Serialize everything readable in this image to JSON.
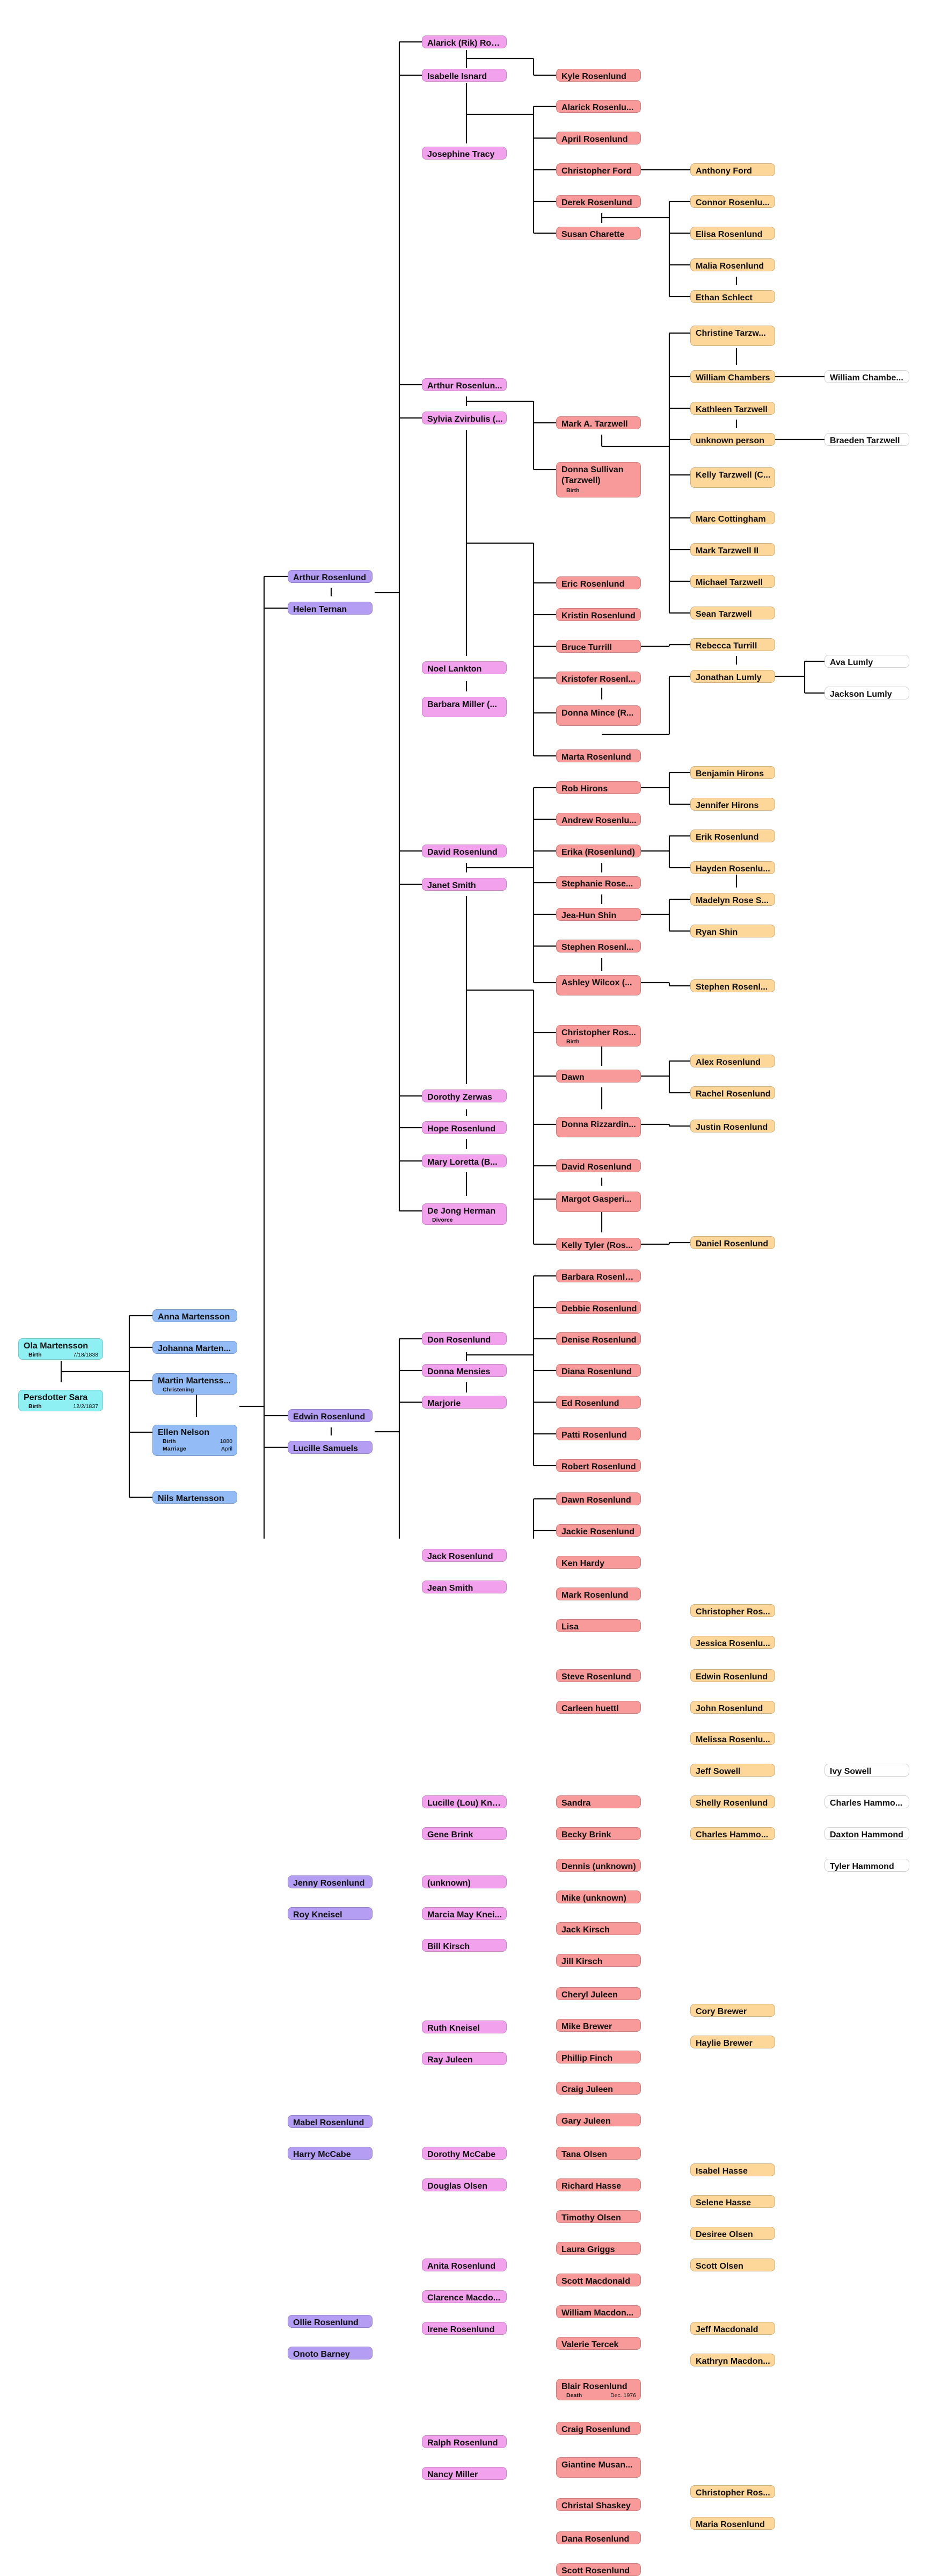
{
  "colors": {
    "gen0": "#8ef0f2",
    "gen1": "#93bcf6",
    "gen2": "#b49ef4",
    "gen3": "#f2a1ec",
    "gen4": "#f79a99",
    "gen5": "#fdd69a",
    "line": "#111111"
  },
  "people": [
    {
      "id": "p0",
      "name": "Ola Martensson",
      "gen": 0,
      "events": [
        {
          "label": "Birth",
          "value": "7/18/1838"
        }
      ]
    },
    {
      "id": "p1",
      "name": "Persdotter Sara",
      "gen": 0,
      "events": [
        {
          "label": "Birth",
          "value": "12/2/1837"
        }
      ]
    },
    {
      "id": "p2",
      "name": "Anna Martensson",
      "gen": 1
    },
    {
      "id": "p3",
      "name": "Johanna Marten...",
      "gen": 1
    },
    {
      "id": "p4",
      "name": "Martin Martenss...",
      "gen": 1,
      "events": [
        {
          "label": "Christening",
          "value": ""
        }
      ]
    },
    {
      "id": "p5",
      "name": "Ellen Nelson",
      "gen": 1,
      "events": [
        {
          "label": "Birth",
          "value": "1880"
        },
        {
          "label": "Marriage",
          "value": "April"
        }
      ]
    },
    {
      "id": "p6",
      "name": "Nils Martensson",
      "gen": 1
    },
    {
      "id": "p7",
      "name": "Arthur Rosenlund",
      "gen": 2
    },
    {
      "id": "p8",
      "name": "Helen Ternan",
      "gen": 2
    },
    {
      "id": "p9",
      "name": "Edwin Rosenlund",
      "gen": 2
    },
    {
      "id": "p10",
      "name": "Lucille Samuels",
      "gen": 2
    },
    {
      "id": "p11",
      "name": "Jenny Rosenlund",
      "gen": 2
    },
    {
      "id": "p12",
      "name": "Roy Kneisel",
      "gen": 2
    },
    {
      "id": "p13",
      "name": "Mabel Rosenlund",
      "gen": 2
    },
    {
      "id": "p14",
      "name": "Harry McCabe",
      "gen": 2
    },
    {
      "id": "p15",
      "name": "Ollie Rosenlund",
      "gen": 2
    },
    {
      "id": "p16",
      "name": "Onoto Barney",
      "gen": 2
    },
    {
      "id": "p17",
      "name": "Alarick (Rik) Ros...",
      "gen": 3
    },
    {
      "id": "p18",
      "name": "Isabelle Isnard",
      "gen": 3
    },
    {
      "id": "p19",
      "name": "Josephine Tracy",
      "gen": 3
    },
    {
      "id": "p20",
      "name": "Arthur Rosenlun...",
      "gen": 3
    },
    {
      "id": "p21",
      "name": "Sylvia Zvirbulis (...",
      "gen": 3
    },
    {
      "id": "p22",
      "name": "Noel Lankton",
      "gen": 3
    },
    {
      "id": "p23",
      "name": "Barbara Miller (...",
      "gen": 3
    },
    {
      "id": "p24",
      "name": "David Rosenlund",
      "gen": 3
    },
    {
      "id": "p25",
      "name": "Janet Smith",
      "gen": 3
    },
    {
      "id": "p26",
      "name": "Dorothy Zerwas",
      "gen": 3
    },
    {
      "id": "p27",
      "name": "Hope Rosenlund",
      "gen": 3
    },
    {
      "id": "p28",
      "name": "Mary Loretta (B...",
      "gen": 3
    },
    {
      "id": "p29",
      "name": "De Jong Herman",
      "gen": 3,
      "events": [
        {
          "label": "Divorce",
          "value": ""
        }
      ]
    },
    {
      "id": "p30",
      "name": "Don Rosenlund",
      "gen": 3
    },
    {
      "id": "p31",
      "name": "Donna Mensies",
      "gen": 3
    },
    {
      "id": "p32",
      "name": "Marjorie",
      "gen": 3
    },
    {
      "id": "p33",
      "name": "Jack Rosenlund",
      "gen": 3
    },
    {
      "id": "p34",
      "name": "Jean Smith",
      "gen": 3
    },
    {
      "id": "p35",
      "name": "Lucille (Lou) Kne...",
      "gen": 3
    },
    {
      "id": "p36",
      "name": "Gene Brink",
      "gen": 3
    },
    {
      "id": "p37",
      "name": "(unknown)",
      "gen": 3
    },
    {
      "id": "p38",
      "name": "Marcia May Knei...",
      "gen": 3
    },
    {
      "id": "p39",
      "name": "Bill Kirsch",
      "gen": 3
    },
    {
      "id": "p40",
      "name": "Ruth Kneisel",
      "gen": 3
    },
    {
      "id": "p41",
      "name": "Ray Juleen",
      "gen": 3
    },
    {
      "id": "p42",
      "name": "Dorothy McCabe",
      "gen": 3
    },
    {
      "id": "p43",
      "name": "Douglas Olsen",
      "gen": 3
    },
    {
      "id": "p44",
      "name": "Anita Rosenlund",
      "gen": 3
    },
    {
      "id": "p45",
      "name": "Clarence Macdo...",
      "gen": 3
    },
    {
      "id": "p46",
      "name": "Irene Rosenlund",
      "gen": 3
    },
    {
      "id": "p47",
      "name": "Ralph Rosenlund",
      "gen": 3
    },
    {
      "id": "p48",
      "name": "Nancy Miller",
      "gen": 3
    },
    {
      "id": "p49",
      "name": "Kyle Rosenlund",
      "gen": 4
    },
    {
      "id": "p50",
      "name": "Alarick Rosenlu...",
      "gen": 4
    },
    {
      "id": "p51",
      "name": "April Rosenlund",
      "gen": 4
    },
    {
      "id": "p52",
      "name": "Christopher Ford",
      "gen": 4
    },
    {
      "id": "p53",
      "name": "Derek Rosenlund",
      "gen": 4
    },
    {
      "id": "p54",
      "name": "Susan Charette",
      "gen": 4
    },
    {
      "id": "p55",
      "name": "Mark A. Tarzwell",
      "gen": 4
    },
    {
      "id": "p56",
      "name": "Donna Sullivan (Tarzwell)",
      "gen": 4,
      "events": [
        {
          "label": "Birth",
          "value": ""
        }
      ]
    },
    {
      "id": "p57",
      "name": "Eric Rosenlund",
      "gen": 4
    },
    {
      "id": "p58",
      "name": "Kristin Rosenlund",
      "gen": 4
    },
    {
      "id": "p59",
      "name": "Bruce Turrill",
      "gen": 4
    },
    {
      "id": "p60",
      "name": "Kristofer Rosenl...",
      "gen": 4
    },
    {
      "id": "p61",
      "name": "Donna Mince (R...",
      "gen": 4
    },
    {
      "id": "p62",
      "name": "Marta Rosenlund",
      "gen": 4
    },
    {
      "id": "p63",
      "name": "Rob Hirons",
      "gen": 4
    },
    {
      "id": "p64",
      "name": "Andrew Rosenlu...",
      "gen": 4
    },
    {
      "id": "p65",
      "name": "Erika (Rosenlund)",
      "gen": 4
    },
    {
      "id": "p66",
      "name": "Stephanie Rose...",
      "gen": 4
    },
    {
      "id": "p67",
      "name": "Jea-Hun Shin",
      "gen": 4
    },
    {
      "id": "p68",
      "name": "Stephen Rosenl...",
      "gen": 4
    },
    {
      "id": "p69",
      "name": "Ashley Wilcox (...",
      "gen": 4
    },
    {
      "id": "p70",
      "name": "Christopher Ros...",
      "gen": 4,
      "events": [
        {
          "label": "Birth",
          "value": ""
        }
      ]
    },
    {
      "id": "p71",
      "name": "Dawn",
      "gen": 4
    },
    {
      "id": "p72",
      "name": "Donna Rizzardin...",
      "gen": 4
    },
    {
      "id": "p73",
      "name": "David Rosenlund",
      "gen": 4
    },
    {
      "id": "p74",
      "name": "Margot  Gasperi...",
      "gen": 4
    },
    {
      "id": "p75",
      "name": "Kelly Tyler (Ros...",
      "gen": 4
    },
    {
      "id": "p76",
      "name": "Barbara Rosenlu...",
      "gen": 4
    },
    {
      "id": "p77",
      "name": "Debbie Rosenlund",
      "gen": 4
    },
    {
      "id": "p78",
      "name": "Denise Rosenlund",
      "gen": 4
    },
    {
      "id": "p79",
      "name": "Diana Rosenlund",
      "gen": 4
    },
    {
      "id": "p80",
      "name": "Ed Rosenlund",
      "gen": 4
    },
    {
      "id": "p81",
      "name": "Patti Rosenlund",
      "gen": 4
    },
    {
      "id": "p82",
      "name": "Robert Rosenlund",
      "gen": 4
    },
    {
      "id": "p83",
      "name": "Dawn Rosenlund",
      "gen": 4
    },
    {
      "id": "p84",
      "name": "Jackie Rosenlund",
      "gen": 4
    },
    {
      "id": "p85",
      "name": "Ken Hardy",
      "gen": 4
    },
    {
      "id": "p86",
      "name": "Mark Rosenlund",
      "gen": 4
    },
    {
      "id": "p87",
      "name": "Lisa",
      "gen": 4
    },
    {
      "id": "p88",
      "name": "Steve Rosenlund",
      "gen": 4
    },
    {
      "id": "p89",
      "name": "Carleen huettl",
      "gen": 4
    },
    {
      "id": "p90",
      "name": "Sandra",
      "gen": 4
    },
    {
      "id": "p91",
      "name": "Becky Brink",
      "gen": 4
    },
    {
      "id": "p92",
      "name": "Dennis (unknown)",
      "gen": 4
    },
    {
      "id": "p93",
      "name": "Mike (unknown)",
      "gen": 4
    },
    {
      "id": "p94",
      "name": "Jack Kirsch",
      "gen": 4
    },
    {
      "id": "p95",
      "name": "Jill Kirsch",
      "gen": 4
    },
    {
      "id": "p96",
      "name": "Cheryl Juleen",
      "gen": 4
    },
    {
      "id": "p97",
      "name": "Mike Brewer",
      "gen": 4
    },
    {
      "id": "p98",
      "name": "Phillip Finch",
      "gen": 4
    },
    {
      "id": "p99",
      "name": "Craig Juleen",
      "gen": 4
    },
    {
      "id": "p100",
      "name": "Gary Juleen",
      "gen": 4
    },
    {
      "id": "p101",
      "name": "Tana Olsen",
      "gen": 4
    },
    {
      "id": "p102",
      "name": "Richard Hasse",
      "gen": 4
    },
    {
      "id": "p103",
      "name": "Timothy Olsen",
      "gen": 4
    },
    {
      "id": "p104",
      "name": "Laura Griggs",
      "gen": 4
    },
    {
      "id": "p105",
      "name": "Scott Macdonald",
      "gen": 4
    },
    {
      "id": "p106",
      "name": "William Macdon...",
      "gen": 4
    },
    {
      "id": "p107",
      "name": "Valerie Tercek",
      "gen": 4
    },
    {
      "id": "p108",
      "name": "Blair Rosenlund",
      "gen": 4,
      "events": [
        {
          "label": "Death",
          "value": "Dec. 1976"
        }
      ]
    },
    {
      "id": "p109",
      "name": "Craig Rosenlund",
      "gen": 4
    },
    {
      "id": "p110",
      "name": "Giantine Musan...",
      "gen": 4
    },
    {
      "id": "p111",
      "name": "Christal Shaskey",
      "gen": 4
    },
    {
      "id": "p112",
      "name": "Dana Rosenlund",
      "gen": 4
    },
    {
      "id": "p113",
      "name": "Scott Rosenlund",
      "gen": 4
    },
    {
      "id": "p114",
      "name": "Anthony Ford",
      "gen": 5
    },
    {
      "id": "p115",
      "name": "Connor Rosenlu...",
      "gen": 5
    },
    {
      "id": "p116",
      "name": "Elisa Rosenlund",
      "gen": 5
    },
    {
      "id": "p117",
      "name": "Malia Rosenlund",
      "gen": 5
    },
    {
      "id": "p118",
      "name": "Ethan Schlect",
      "gen": 5
    },
    {
      "id": "p119",
      "name": "Christine Tarzw...",
      "gen": 5
    },
    {
      "id": "p120",
      "name": "William Chambers",
      "gen": 5
    },
    {
      "id": "p121",
      "name": "Kathleen Tarzwell",
      "gen": 5
    },
    {
      "id": "p122",
      "name": "unknown person",
      "gen": 5
    },
    {
      "id": "p123",
      "name": "Kelly Tarzwell (C...",
      "gen": 5
    },
    {
      "id": "p124",
      "name": "Marc Cottingham",
      "gen": 5
    },
    {
      "id": "p125",
      "name": "Mark Tarzwell II",
      "gen": 5
    },
    {
      "id": "p126",
      "name": "Michael Tarzwell",
      "gen": 5
    },
    {
      "id": "p127",
      "name": "Sean Tarzwell",
      "gen": 5
    },
    {
      "id": "p128",
      "name": "Rebecca Turrill",
      "gen": 5
    },
    {
      "id": "p129",
      "name": "Jonathan Lumly",
      "gen": 5
    },
    {
      "id": "p130",
      "name": "Benjamin Hirons",
      "gen": 5
    },
    {
      "id": "p131",
      "name": "Jennifer Hirons",
      "gen": 5
    },
    {
      "id": "p132",
      "name": "Erik Rosenlund",
      "gen": 5
    },
    {
      "id": "p133",
      "name": "Hayden Rosenlu...",
      "gen": 5
    },
    {
      "id": "p134",
      "name": "Madelyn Rose S...",
      "gen": 5
    },
    {
      "id": "p135",
      "name": "Ryan Shin",
      "gen": 5
    },
    {
      "id": "p136",
      "name": "Stephen Rosenl...",
      "gen": 5
    },
    {
      "id": "p137",
      "name": "Alex Rosenlund",
      "gen": 5
    },
    {
      "id": "p138",
      "name": "Rachel Rosenlund",
      "gen": 5
    },
    {
      "id": "p139",
      "name": "Justin Rosenlund",
      "gen": 5
    },
    {
      "id": "p140",
      "name": "Daniel Rosenlund",
      "gen": 5
    },
    {
      "id": "p141",
      "name": "Christopher Ros...",
      "gen": 5
    },
    {
      "id": "p142",
      "name": "Jessica Rosenlu...",
      "gen": 5
    },
    {
      "id": "p143",
      "name": "Edwin Rosenlund",
      "gen": 5
    },
    {
      "id": "p144",
      "name": "John Rosenlund",
      "gen": 5
    },
    {
      "id": "p145",
      "name": "Melissa Rosenlu...",
      "gen": 5
    },
    {
      "id": "p146",
      "name": "Jeff Sowell",
      "gen": 5
    },
    {
      "id": "p147",
      "name": "Shelly Rosenlund",
      "gen": 5
    },
    {
      "id": "p148",
      "name": "Charles Hammo...",
      "gen": 5
    },
    {
      "id": "p149",
      "name": "Cory Brewer",
      "gen": 5
    },
    {
      "id": "p150",
      "name": "Haylie Brewer",
      "gen": 5
    },
    {
      "id": "p151",
      "name": "Isabel Hasse",
      "gen": 5
    },
    {
      "id": "p152",
      "name": "Selene Hasse",
      "gen": 5
    },
    {
      "id": "p153",
      "name": "Desiree Olsen",
      "gen": 5
    },
    {
      "id": "p154",
      "name": "Scott Olsen",
      "gen": 5
    },
    {
      "id": "p155",
      "name": "Jeff Macdonald",
      "gen": 5
    },
    {
      "id": "p156",
      "name": "Kathryn Macdon...",
      "gen": 5
    },
    {
      "id": "p157",
      "name": "Christopher Ros...",
      "gen": 5
    },
    {
      "id": "p158",
      "name": "Maria Rosenlund",
      "gen": 5
    },
    {
      "id": "p159",
      "name": "William Chambe...",
      "gen": 6
    },
    {
      "id": "p160",
      "name": "Braeden Tarzwell",
      "gen": 6
    },
    {
      "id": "p161",
      "name": "Ava Lumly",
      "gen": 6
    },
    {
      "id": "p162",
      "name": "Jackson Lumly",
      "gen": 6
    },
    {
      "id": "p163",
      "name": "Ivy Sowell",
      "gen": 6
    },
    {
      "id": "p164",
      "name": "Charles Hammo...",
      "gen": 6
    },
    {
      "id": "p165",
      "name": "Daxton Hammond",
      "gen": 6
    },
    {
      "id": "p166",
      "name": "Tyler Hammond",
      "gen": 6
    }
  ]
}
